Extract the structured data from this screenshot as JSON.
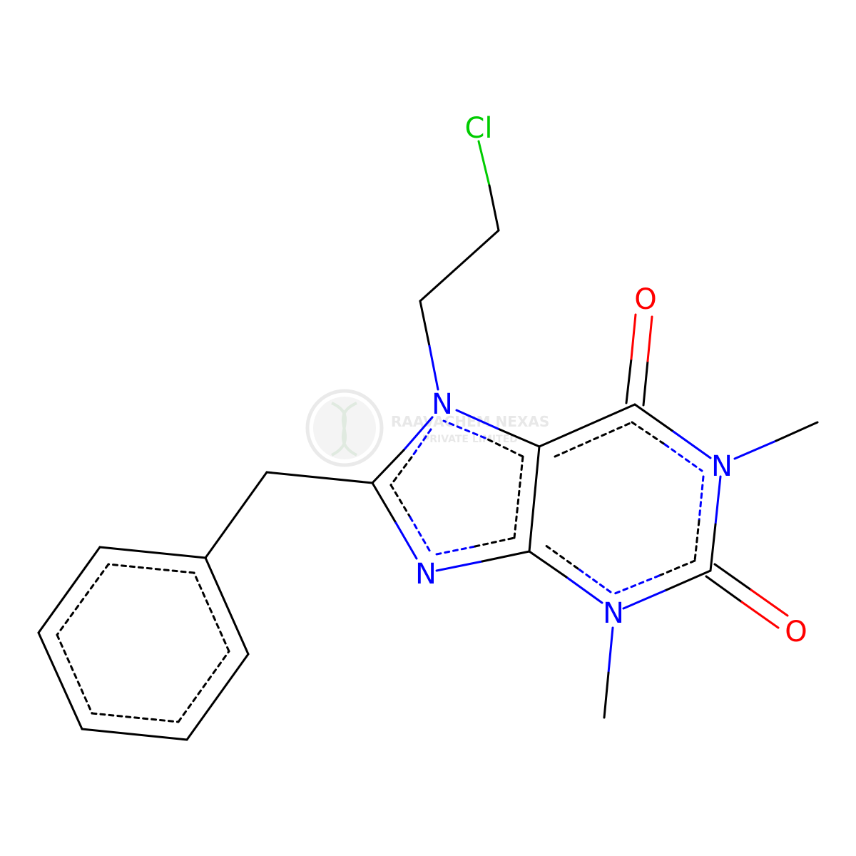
{
  "molecule": {
    "atoms": {
      "cl": {
        "symbol": "Cl",
        "color": "#00cc00"
      },
      "n7": {
        "symbol": "N",
        "color": "#0000ff"
      },
      "n9": {
        "symbol": "N",
        "color": "#0000ff"
      },
      "n1": {
        "symbol": "N",
        "color": "#0000ff"
      },
      "n3": {
        "symbol": "N",
        "color": "#0000ff"
      },
      "o6": {
        "symbol": "O",
        "color": "#ff0000"
      },
      "o2": {
        "symbol": "O",
        "color": "#ff0000"
      }
    },
    "colors": {
      "bond": "#000000",
      "nitrogen": "#0000ff",
      "oxygen": "#ff0000",
      "chlorine": "#00cc00"
    }
  },
  "watermark": {
    "title": "RAAVACHEM NEXAS",
    "subtitle": "PRIVATE LIMITED",
    "color": "#e6e6e6",
    "icon": "dna-helix-logo-icon"
  }
}
